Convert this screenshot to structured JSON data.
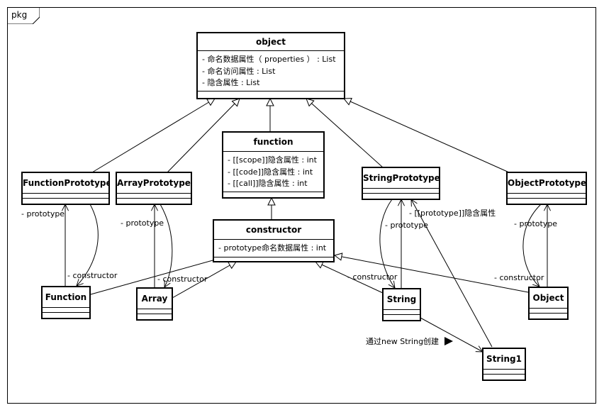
{
  "package": {
    "label": "pkg"
  },
  "classes": {
    "object": {
      "name": "object",
      "attributes": [
        "- 命名数据属性（ properties ） : List",
        "- 命名访问属性 : List",
        "- 隐含属性 : List"
      ]
    },
    "function": {
      "name": "function",
      "attributes": [
        "- [[scope]]隐含属性 : int",
        "- [[code]]隐含属性 : int",
        "- [[call]]隐含属性 : int"
      ]
    },
    "constructor": {
      "name": "constructor",
      "attributes": [
        "- prototype命名数据属性 : int"
      ]
    },
    "FunctionPrototype": {
      "name": "FunctionPrototype"
    },
    "ArrayPrototype": {
      "name": "ArrayPrototype"
    },
    "StringPrototype": {
      "name": "StringPrototype"
    },
    "ObjectPrototype": {
      "name": "ObjectPrototype"
    },
    "Function": {
      "name": "Function"
    },
    "Array": {
      "name": "Array"
    },
    "String": {
      "name": "String"
    },
    "Object": {
      "name": "Object"
    },
    "String1": {
      "name": "String1"
    }
  },
  "labels": {
    "fp_prototype": "- prototype",
    "fp_constructor": "- constructor",
    "ap_prototype": "- prototype",
    "ap_constructor": "- constructor",
    "sp_prototype": "- prototype",
    "sp_hidden_prototype": "- [[prototype]]隐含属性",
    "sp_constructor": "- constructor",
    "op_prototype": "- prototype",
    "op_constructor": "- constructor",
    "string_create": "通过new String创建"
  }
}
